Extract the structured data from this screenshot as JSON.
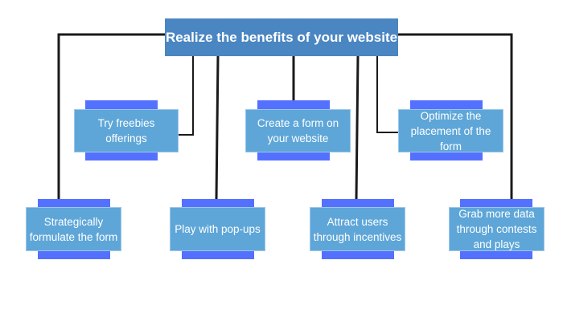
{
  "title": "Realize the benefits of your website",
  "top_nodes": [
    {
      "label": "Try freebies offerings"
    },
    {
      "label": "Create a form on your website"
    },
    {
      "label": "Optimize the placement of the form"
    }
  ],
  "bottom_nodes": [
    {
      "label": "Strategically formulate the form"
    },
    {
      "label": "Play with pop-ups"
    },
    {
      "label": "Attract users through incentives"
    },
    {
      "label": "Grab more data through contests and plays"
    }
  ],
  "colors": {
    "title_bg": "#4a86c2",
    "node_bg": "#5ea6d8",
    "node_bar": "#5470ff",
    "connector": "#1a1a1a"
  }
}
